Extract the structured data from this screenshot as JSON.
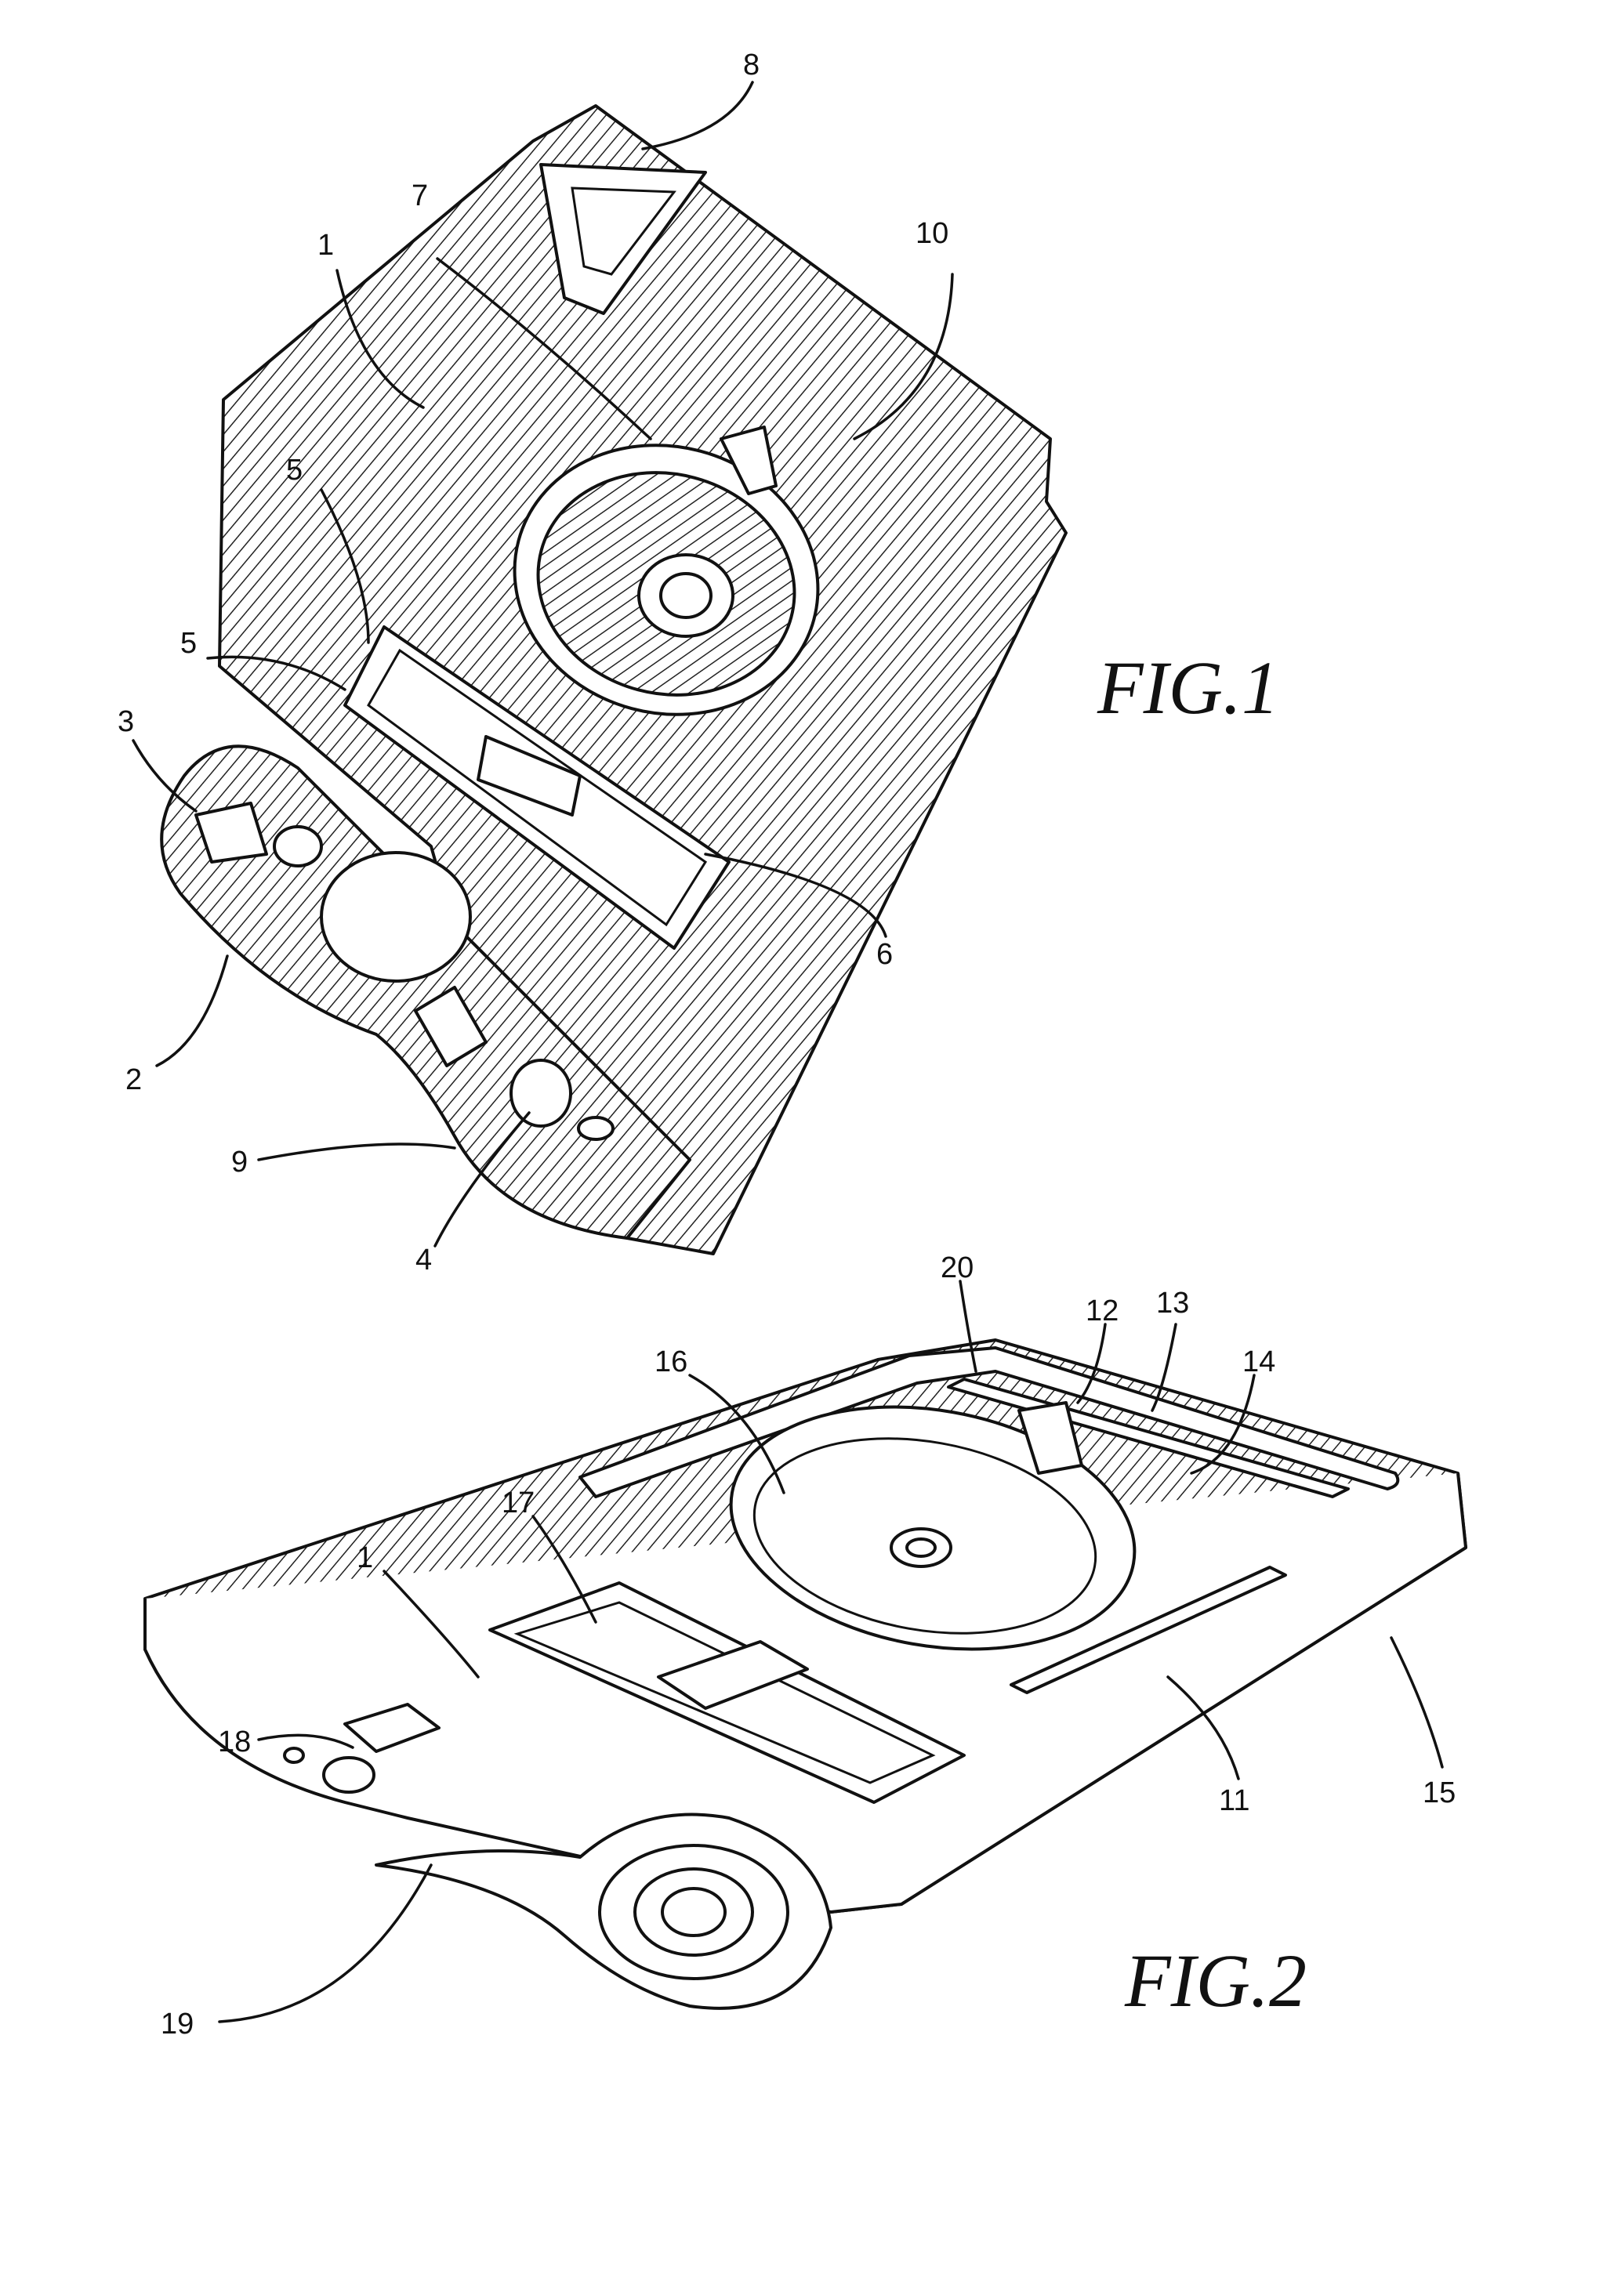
{
  "figures": [
    {
      "id": "fig1",
      "caption": "FIG.1",
      "refs": [
        "1",
        "2",
        "3",
        "4",
        "5",
        "5",
        "6",
        "7",
        "8",
        "9",
        "10"
      ]
    },
    {
      "id": "fig2",
      "caption": "FIG.2",
      "refs": [
        "1",
        "11",
        "12",
        "13",
        "14",
        "15",
        "16",
        "17",
        "18",
        "19",
        "20"
      ]
    }
  ]
}
